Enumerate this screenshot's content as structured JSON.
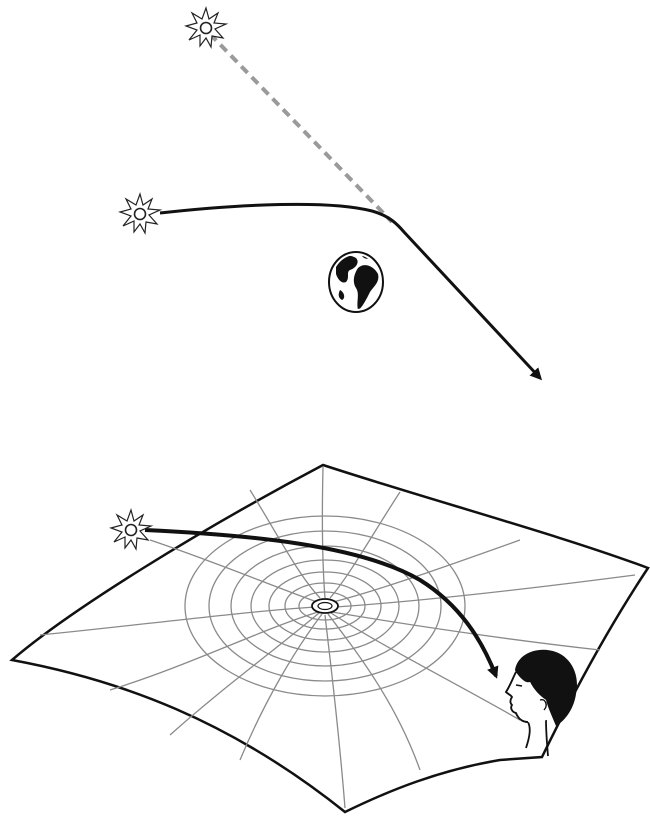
{
  "figure": {
    "panels": [
      {
        "id": "space-view",
        "elements": [
          "apparent-star-icon",
          "actual-star-icon",
          "earth-icon",
          "deflected-light-path",
          "apparent-sightline"
        ]
      },
      {
        "id": "spacetime-view",
        "elements": [
          "star-icon",
          "spacetime-grid-sheet",
          "central-mass-well",
          "curved-light-path",
          "observer-head-icon"
        ]
      }
    ]
  },
  "colors": {
    "ink": "#111111",
    "grid": "#8a8a8a",
    "sightline": "#9a9a9a",
    "background": "#ffffff"
  }
}
